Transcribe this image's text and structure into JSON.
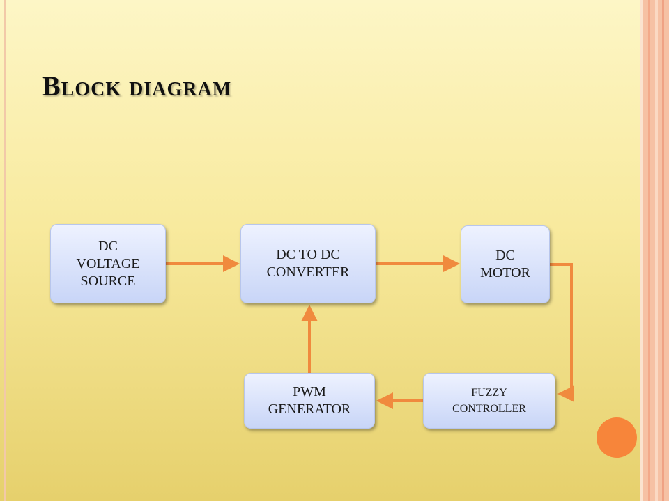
{
  "slide": {
    "title": "Block diagram",
    "blocks": {
      "dc_source": "DC\nVOLTAGE\nSOURCE",
      "converter": "DC TO DC\nCONVERTER",
      "motor": "DC\nMOTOR",
      "pwm": "PWM\nGENERATOR",
      "fuzzy": "FUZZY\nCONTROLLER"
    },
    "colors": {
      "arrow": "#f08a3e",
      "accent_circle": "#f7853a",
      "block_fill": "#c8d5f7"
    }
  }
}
